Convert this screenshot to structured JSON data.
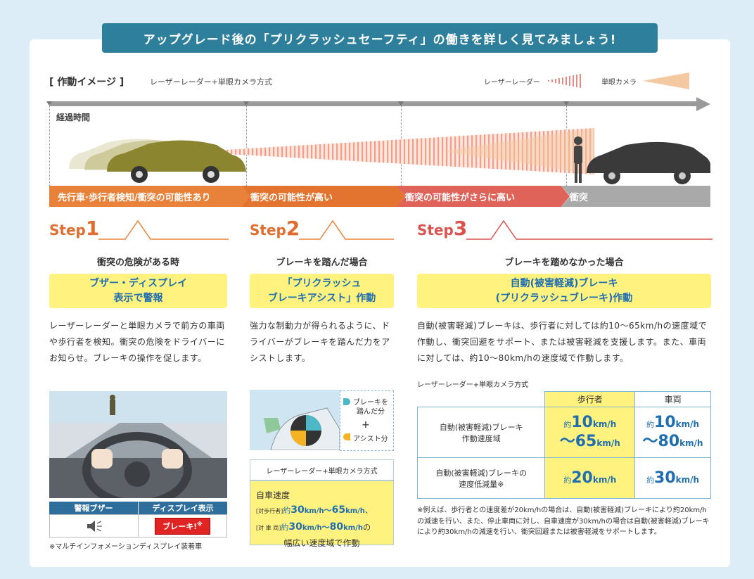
{
  "banner": "アップグレード後の「プリクラッシュセーフティ」の働きを詳しく見てみましょう!",
  "section": {
    "title": "[ 作動イメージ ]",
    "subtitle": "レーザーレーダー+単眼カメラ方式"
  },
  "legend": {
    "laser": "レーザーレーダー",
    "camera": "単眼カメラ"
  },
  "timeline": {
    "label": "経過時間"
  },
  "phases": [
    {
      "label": "先行車·歩行者検知/衝突の可能性あり",
      "color": "#e8823a"
    },
    {
      "label": "衝突の可能性が高い",
      "color": "#e3742f"
    },
    {
      "label": "衝突の可能性がさらに高い",
      "color": "#e0635a"
    },
    {
      "label": "衝突",
      "color": "#a9a9a9"
    }
  ],
  "steps": [
    {
      "word": "Step",
      "num": "1",
      "condition": "衝突の危険がある時",
      "box_line1": "ブザー・ディスプレイ",
      "box_line2": "表示で警報",
      "color": "#e8823a",
      "text": "レーザーレーダーと単眼カメラで前方の車両や歩行者を検知。衝突の危険をドライバーにお知らせ。ブレーキの操作を促します。"
    },
    {
      "word": "Step",
      "num": "2",
      "condition": "ブレーキを踏んだ場合",
      "box_line1": "「プリクラッシュ",
      "box_line2": "ブレーキアシスト」作動",
      "color": "#e8823a",
      "text": "強力な制動力が得られるように、ドライバーがブレーキを踏んだ力をアシストします。"
    },
    {
      "word": "Step",
      "num": "3",
      "condition": "ブレーキを踏めなかった場合",
      "box_line1": "自動(被害軽減)ブレーキ",
      "box_line2": "(プリクラッシュブレーキ)作動",
      "color": "#d9534f",
      "text": "自動(被害軽減)ブレーキは、歩行者に対しては約10〜65km/hの速度域で作動し、衝突回避をサポート、または被害軽減を支援します。また、車両に対しては、約10〜80km/hの速度域で作動します。"
    }
  ],
  "step1_panel": {
    "buzzer_label": "警報ブザー",
    "display_label": "ディスプレイ表示",
    "display_value": "ブレーキ!",
    "display_mark": "※",
    "note": "※マルチインフォメーションディスプレイ装着車"
  },
  "step2_panel": {
    "legend_brake_1": "ブレーキを",
    "legend_brake_2": "踏んだ分",
    "legend_plus": "+",
    "legend_assist": "アシスト分",
    "box_title": "レーザーレーダー+単眼カメラ方式",
    "speed_title": "自車速度",
    "ped_tag": "[対歩行者]",
    "ped_pre": "約",
    "ped_from": "30",
    "ped_unit1": "km/h",
    "ped_tilde": "〜",
    "ped_to": "65",
    "ped_unit2": "km/h",
    "ped_tail": "、",
    "veh_tag": "[対 車 両]",
    "veh_pre": "約",
    "veh_from": "30",
    "veh_unit1": "km/h",
    "veh_tilde": "〜",
    "veh_to": "80",
    "veh_unit2": "km/h",
    "veh_tail": "の",
    "wide": "幅広い速度域で作動"
  },
  "step3_panel": {
    "caption": "レーザーレーダー+単眼カメラ方式",
    "col_ped": "歩行者",
    "col_veh": "車両",
    "row1_label_1": "自動(被害軽減)ブレーキ",
    "row1_label_2": "作動速度域",
    "row2_label_1": "自動(被害軽減)ブレーキの",
    "row2_label_2": "速度低減量※",
    "pre": "約",
    "tilde": "〜",
    "unit": "km/h",
    "ped_from": "10",
    "ped_to": "65",
    "veh_from": "10",
    "veh_to": "80",
    "ped_reduce": "20",
    "veh_reduce": "30",
    "note": "※例えば、歩行者との速度差が20km/hの場合は、自動(被害軽減)ブレーキにより約20km/hの減速を行い、また、停止車両に対し、自車速度が30km/hの場合は自動(被害軽減)ブレーキにより約30km/hの減速を行い、衝突回避または被害軽減をサポートします。"
  },
  "colors": {
    "banner": "#2e7f9c",
    "accent_blue": "#1f6fb0",
    "highlight_yellow": "#fff27f",
    "step_orange": "#e06d2d",
    "step_red": "#d9534f"
  }
}
